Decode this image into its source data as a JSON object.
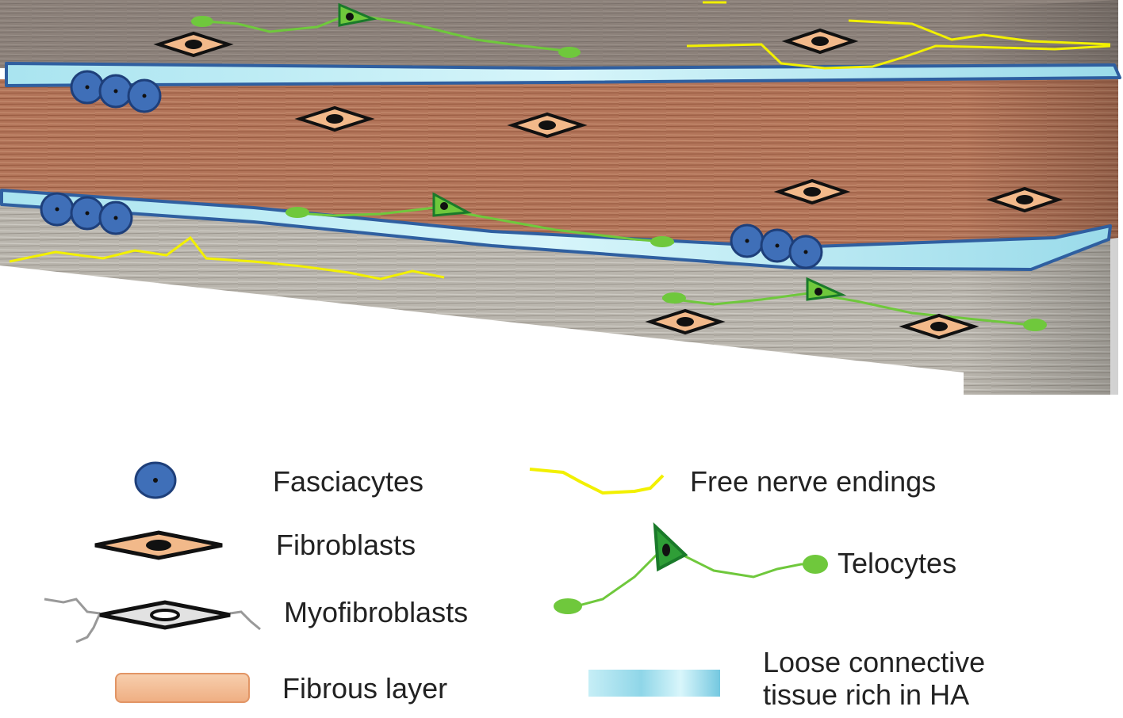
{
  "colors": {
    "fibroblast_fill": "#f2b98a",
    "fasciacyte_fill": "#3f6fb8",
    "nerve": "#f2f000",
    "telocyte_green": "#6fc83c",
    "telocyte_body": "#2f9e37",
    "ha_layer": "#b9ecf4",
    "ha_outline": "#2f5fa0",
    "top_fascia": "#8e837c",
    "muscle": "#b4765c",
    "bottom_fascia": "#b8b4ac"
  },
  "legend": {
    "fasciacytes": {
      "label": "Fasciacytes",
      "icon": "fasciacyte-icon"
    },
    "fibroblasts": {
      "label": "Fibroblasts",
      "icon": "fibroblast-icon"
    },
    "myofibroblasts": {
      "label": "Myofibroblasts",
      "icon": "myofibroblast-icon"
    },
    "fibrous_layer": {
      "label": "Fibrous layer",
      "icon": "fibrous-layer-swatch"
    },
    "free_nerve_endings": {
      "label": "Free nerve endings",
      "icon": "nerve-ending-icon"
    },
    "telocytes": {
      "label": "Telocytes",
      "icon": "telocyte-icon"
    },
    "loose_connective": {
      "label": "Loose connective tissue rich in HA",
      "icon": "loose-connective-swatch"
    }
  }
}
